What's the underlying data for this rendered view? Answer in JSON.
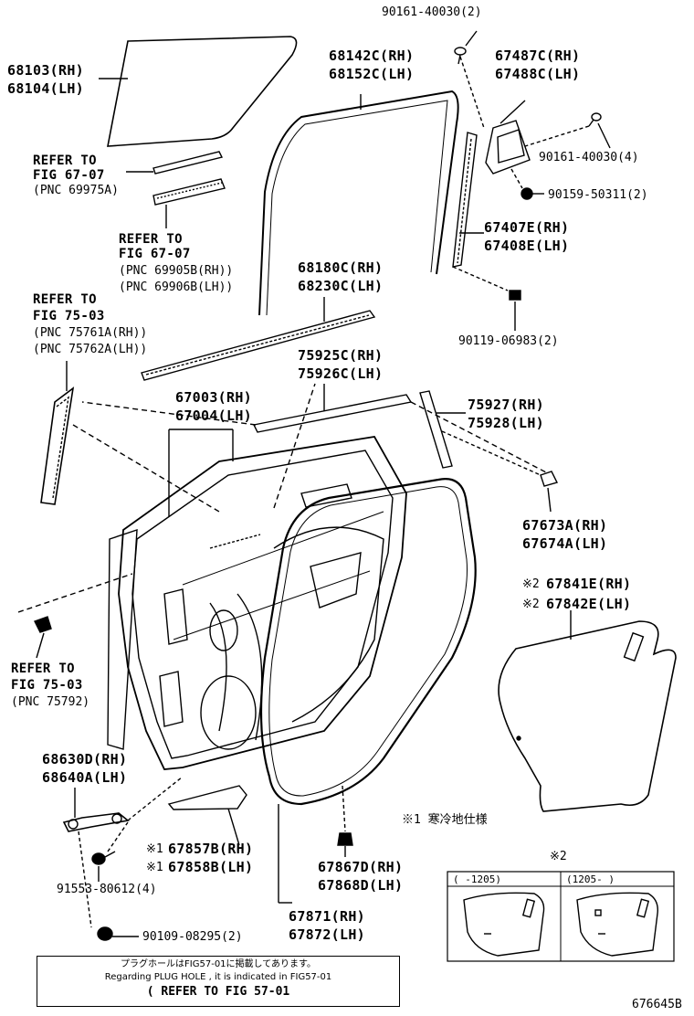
{
  "parts": {
    "glass_rh": "68103(RH)",
    "glass_lh": "68104(LH)",
    "run_rh": "68142C(RH)",
    "run_lh": "68152C(LH)",
    "screw_top": "90161-40030(2)",
    "cover_rh": "67487C(RH)",
    "cover_lh": "67488C(LH)",
    "screw_4": "90161-40030(4)",
    "bolt_90159": "90159-50311(2)",
    "channel_rh": "67407E(RH)",
    "channel_lh": "67408E(LH)",
    "weather_rh": "68180C(RH)",
    "weather_lh": "68230C(LH)",
    "bolt_90119": "90119-06983(2)",
    "molding_rh": "75925C(RH)",
    "molding_lh": "75926C(LH)",
    "panel_rh": "67003(RH)",
    "panel_lh": "67004(LH)",
    "tape_rh": "75927(RH)",
    "tape_lh": "75928(LH)",
    "clip_rh": "67673A(RH)",
    "clip_lh": "67674A(LH)",
    "hole_cover_rh": "67841E(RH)",
    "hole_cover_lh": "67842E(LH)",
    "hole_cover_mark": "※2",
    "check_rh": "68630D(RH)",
    "check_lh": "68640A(LH)",
    "seal_rh": "67857B(RH)",
    "seal_lh": "67858B(LH)",
    "seal_mark": "※1",
    "bolt_91553": "91553-80612(4)",
    "pad_rh": "67867D(RH)",
    "pad_lh": "67868D(LH)",
    "wstrip_rh": "67871(RH)",
    "wstrip_lh": "67872(LH)",
    "bolt_90109": "90109-08295(2)"
  },
  "refs": {
    "r1": [
      "REFER TO",
      "FIG 67-07",
      "(PNC 69975A)"
    ],
    "r2": [
      "REFER TO",
      "FIG 67-07",
      "(PNC 69905B(RH))",
      "(PNC 69906B(LH))"
    ],
    "r3": [
      "REFER TO",
      "FIG 75-03",
      "(PNC 75761A(RH))",
      "(PNC 75762A(LH))"
    ],
    "r4": [
      "REFER TO",
      "FIG 75-03",
      "(PNC 75792)"
    ]
  },
  "footnote1": "※1 寒冷地仕様",
  "inset": {
    "title": "※2",
    "col1": "(   -1205)",
    "col2": "(1205-    )"
  },
  "note": {
    "line1": "プラグホールはFIG57-01に掲載してあります。",
    "line2": "Regarding PLUG HOLE , it is indicated in FIG57-01",
    "line3": "( REFER TO FIG 57-01"
  },
  "figure_id": "676645B"
}
